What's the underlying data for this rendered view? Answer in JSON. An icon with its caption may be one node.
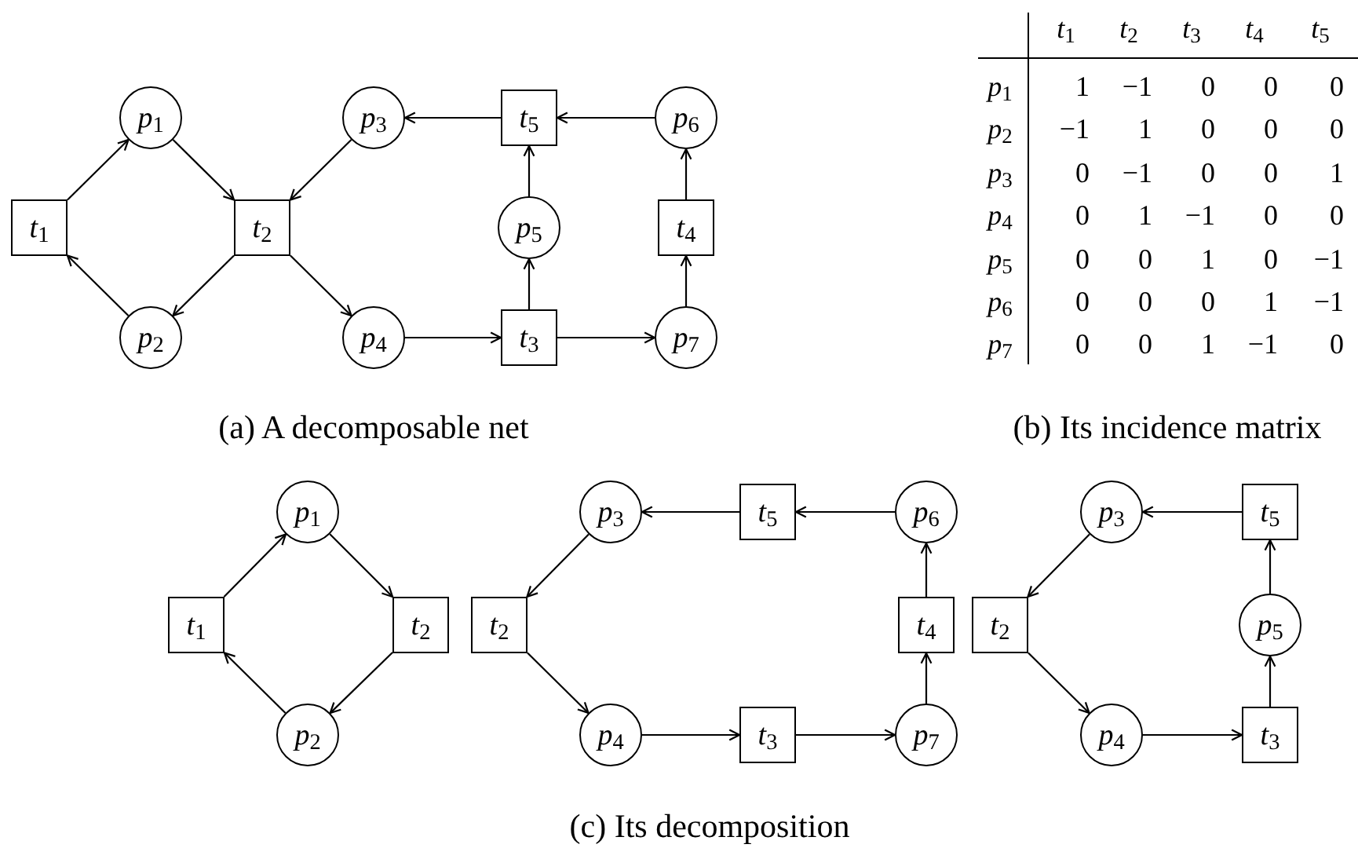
{
  "diagram": {
    "nodes": [
      {
        "text": [
          "*t*$_{1}$"
        ]
      },
      {
        "text": [
          "*p*$_{1}$"
        ]
      },
      {
        "text": [
          "*p*$_{2}$"
        ]
      },
      {
        "text": [
          "*t*$_{2}$"
        ]
      },
      {
        "text": [
          "*p*$_{3}$"
        ]
      },
      {
        "text": [
          "*p*$_{4}$"
        ]
      },
      {
        "text": [
          "*t*$_{5}$"
        ]
      },
      {
        "text": [
          "*p*$_{5}$"
        ]
      },
      {
        "text": [
          "*t*$_{3}$"
        ]
      },
      {
        "text": [
          "*p*$_{6}$"
        ]
      },
      {
        "text": [
          "*t*$_{4}$"
        ]
      },
      {
        "text": [
          "*p*$_{7}$"
        ]
      },
      {
        "text": [
          "*p*$_{1}$"
        ]
      },
      {
        "text": [
          "*t*$_{1}$"
        ]
      },
      {
        "text": [
          "*t*$_{2}$"
        ]
      },
      {
        "text": [
          "*p*$_{2}$"
        ]
      },
      {
        "text": [
          "*p*$_{3}$"
        ]
      },
      {
        "text": [
          "*t*$_{5}$"
        ]
      },
      {
        "text": [
          "*p*$_{6}$"
        ]
      },
      {
        "text": [
          "*t*$_{2}$"
        ]
      },
      {
        "text": [
          "*t*$_{4}$"
        ]
      },
      {
        "text": [
          "*p*$_{4}$"
        ]
      },
      {
        "text": [
          "*t*$_{3}$"
        ]
      },
      {
        "text": [
          "*p*$_{7}$"
        ]
      },
      {
        "text": [
          "*p*$_{3}$"
        ]
      },
      {
        "text": [
          "*t*$_{5}$"
        ]
      },
      {
        "text": [
          "*t*$_{2}$"
        ]
      },
      {
        "text": [
          "*p*$_{5}$"
        ]
      },
      {
        "text": [
          "*p*$_{4}$"
        ]
      },
      {
        "text": [
          "*t*$_{3}$"
        ]
      }
    ],
    "edges": [
      {
        "from": 0,
        "to": 1,
        "arrow": "to"
      },
      {
        "from": 1,
        "to": 3,
        "arrow": "to"
      },
      {
        "from": 3,
        "to": 2,
        "arrow": "to"
      },
      {
        "from": 2,
        "to": 0,
        "arrow": "to"
      },
      {
        "from": 4,
        "to": 3,
        "arrow": "to"
      },
      {
        "from": 3,
        "to": 5,
        "arrow": "to"
      },
      {
        "from": 5,
        "to": 8,
        "arrow": "to"
      },
      {
        "from": 8,
        "to": 7,
        "arrow": "to"
      },
      {
        "from": 7,
        "to": 6,
        "arrow": "to"
      },
      {
        "from": 6,
        "to": 4,
        "arrow": "to"
      },
      {
        "from": 8,
        "to": 11,
        "arrow": "to"
      },
      {
        "from": 11,
        "to": 10,
        "arrow": "to"
      },
      {
        "from": 10,
        "to": 9,
        "arrow": "to"
      },
      {
        "from": 9,
        "to": 6,
        "arrow": "to"
      },
      {
        "from": 13,
        "to": 12,
        "arrow": "to"
      },
      {
        "from": 12,
        "to": 14,
        "arrow": "to"
      },
      {
        "from": 14,
        "to": 15,
        "arrow": "to"
      },
      {
        "from": 15,
        "to": 13,
        "arrow": "to"
      },
      {
        "from": 18,
        "to": 17,
        "arrow": "to"
      },
      {
        "from": 17,
        "to": 16,
        "arrow": "to"
      },
      {
        "from": 16,
        "to": 19,
        "arrow": "to"
      },
      {
        "from": 19,
        "to": 21,
        "arrow": "to"
      },
      {
        "from": 21,
        "to": 22,
        "arrow": "to"
      },
      {
        "from": 22,
        "to": 23,
        "arrow": "to"
      },
      {
        "from": 23,
        "to": 20,
        "arrow": "to"
      },
      {
        "from": 20,
        "to": 18,
        "arrow": "to"
      },
      {
        "from": 25,
        "to": 24,
        "arrow": "to"
      },
      {
        "from": 24,
        "to": 26,
        "arrow": "to"
      },
      {
        "from": 26,
        "to": 28,
        "arrow": "to"
      },
      {
        "from": 28,
        "to": 29,
        "arrow": "to"
      },
      {
        "from": 29,
        "to": 27,
        "arrow": "to"
      },
      {
        "from": 27,
        "to": 25,
        "arrow": "to"
      }
    ],
    "labels": [
      "*t*$_{1}$",
      "*t*$_{2}$",
      "*t*$_{3}$",
      "*t*$_{4}$",
      "*t*$_{5}$",
      "*p*$_{1}$",
      "1",
      "−1",
      "0",
      "0",
      "0",
      "*p*$_{2}$",
      "−1",
      "1",
      "0",
      "0",
      "0",
      "*p*$_{3}$",
      "0",
      "−1",
      "0",
      "0",
      "1",
      "*p*$_{4}$",
      "0",
      "1",
      "−1",
      "0",
      "0",
      "*p*$_{5}$",
      "0",
      "0",
      "1",
      "0",
      "−1",
      "*p*$_{6}$",
      "0",
      "0",
      "0",
      "1",
      "−1",
      "*p*$_{7}$",
      "0",
      "0",
      "1",
      "−1",
      "0",
      "(a) A decomposable net",
      "(b) Its incidence matrix",
      "(c) Its decomposition"
    ]
  }
}
